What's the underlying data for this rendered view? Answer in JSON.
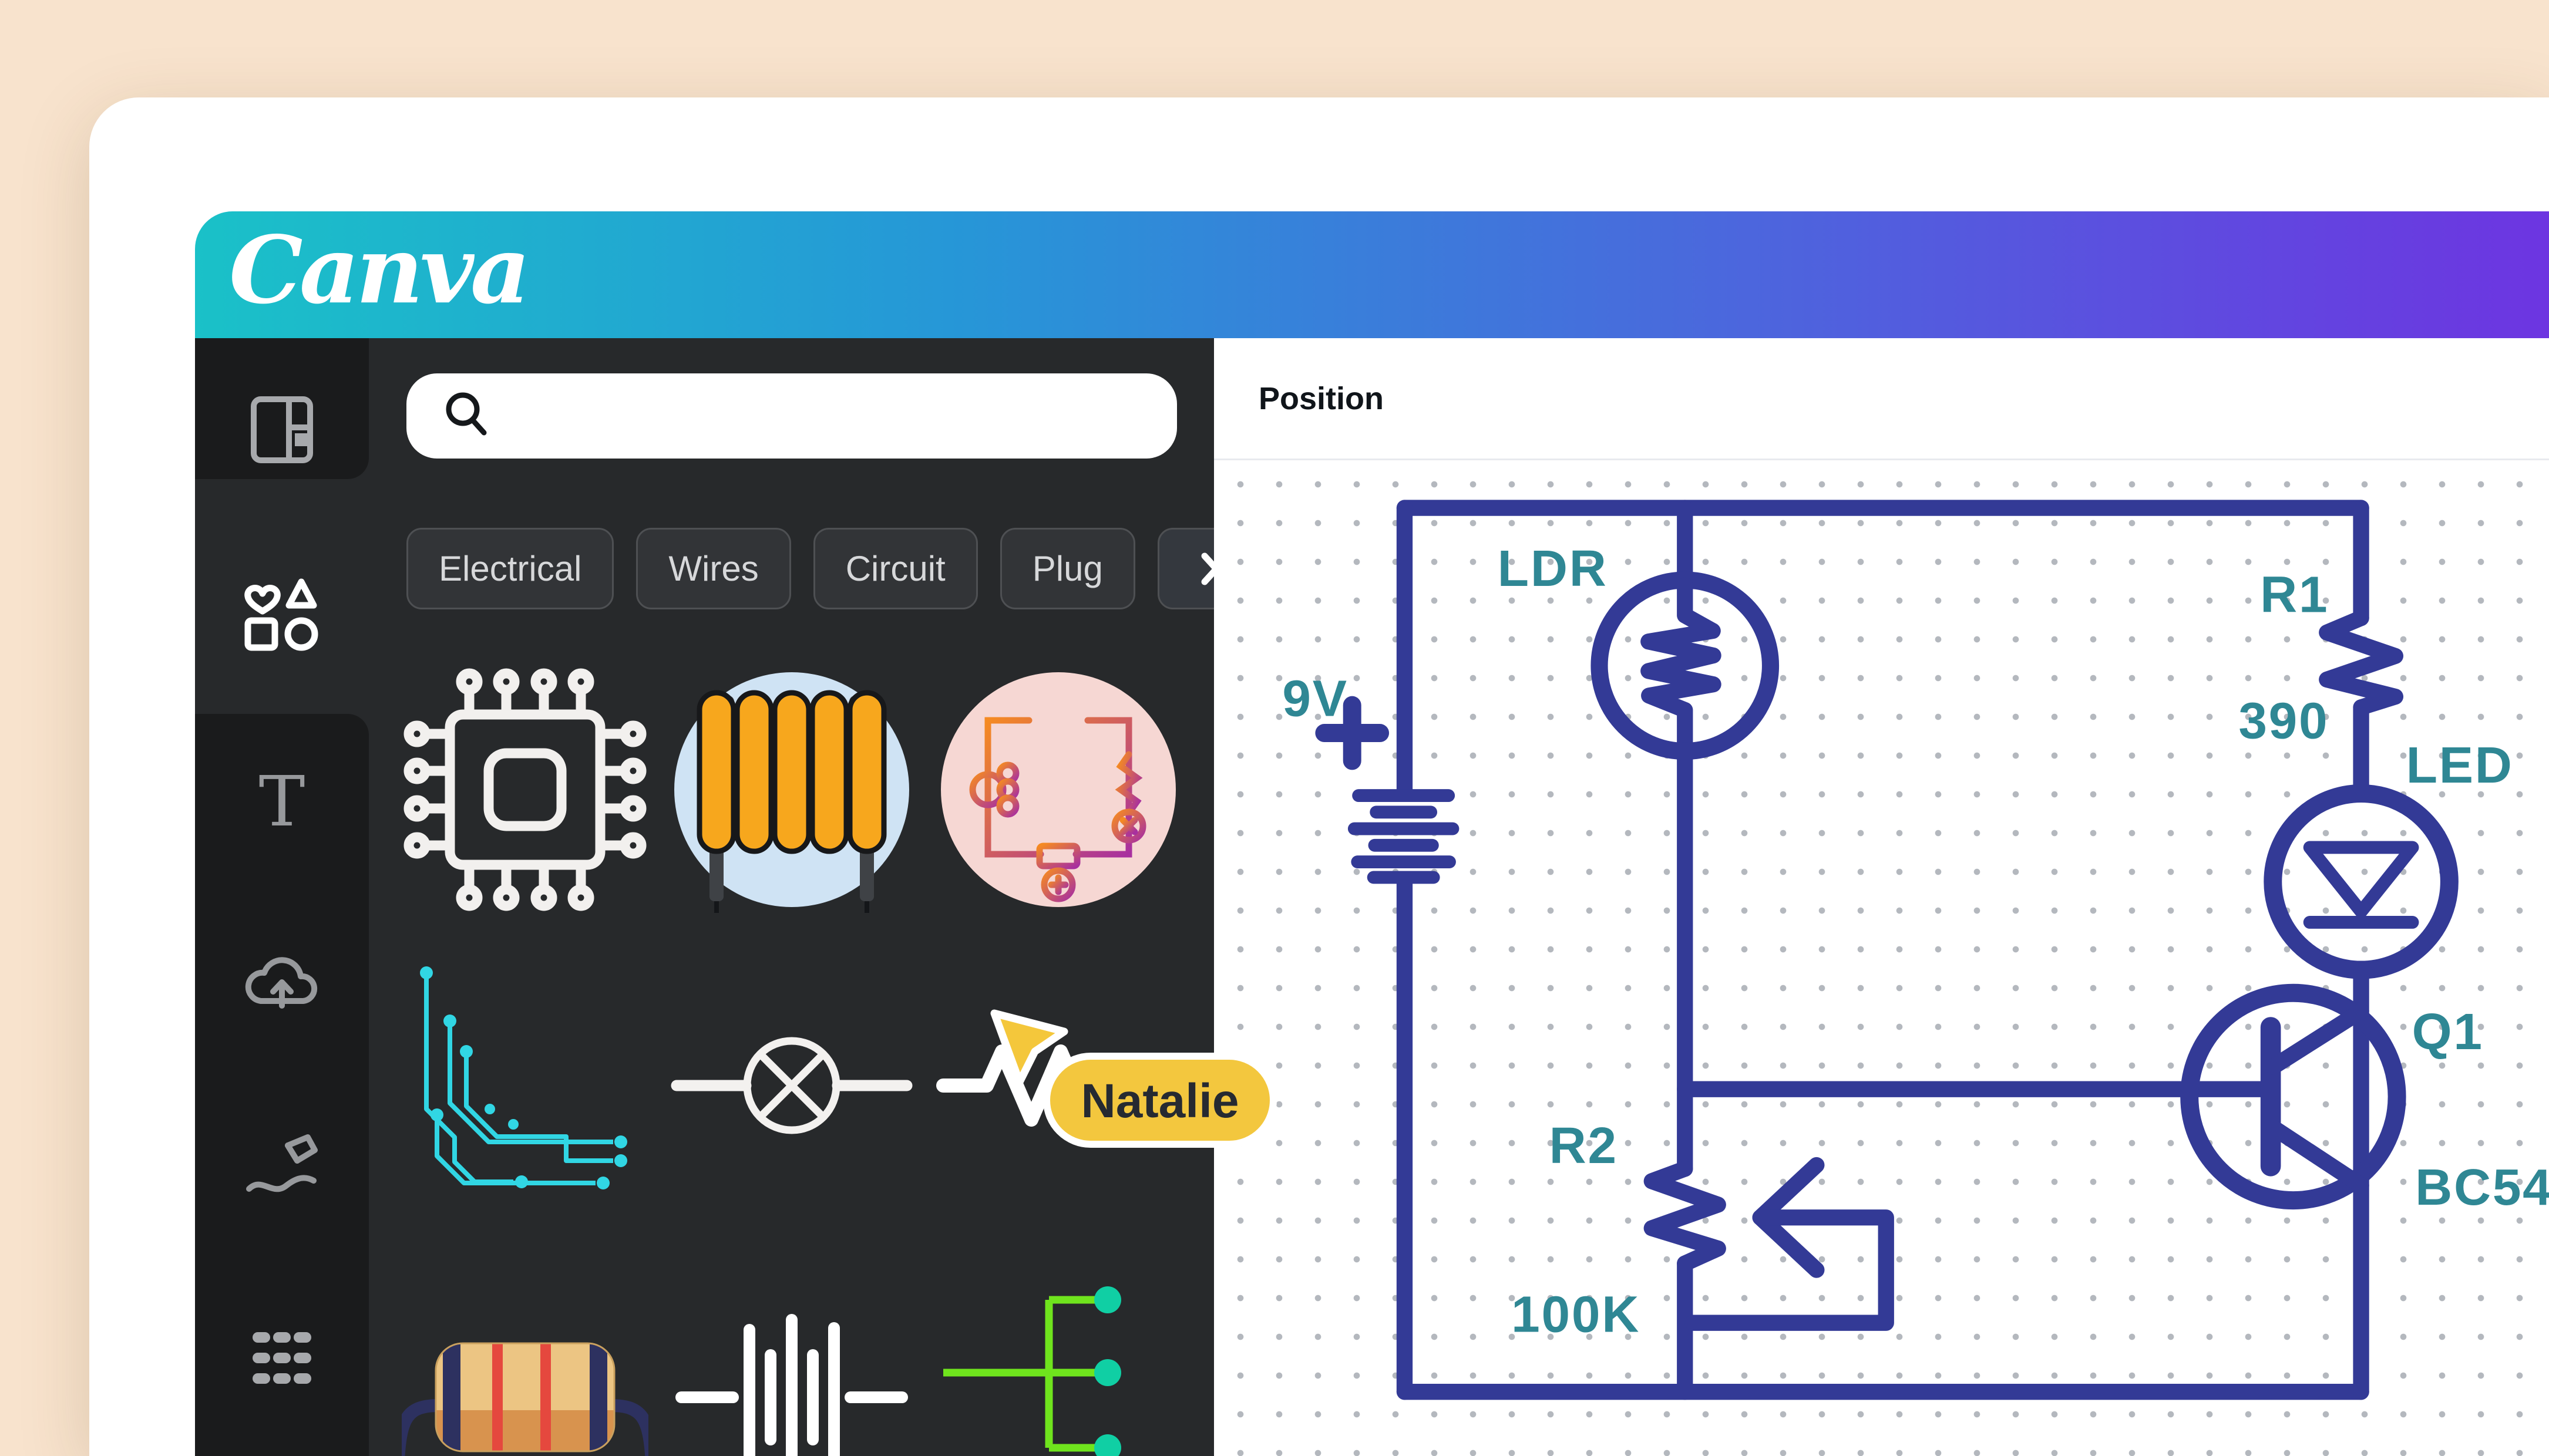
{
  "app": {
    "brand": "Canva"
  },
  "colors": {
    "header_gradient": [
      "#1AC1C8",
      "#2697D7",
      "#4C66DD",
      "#6D35E1"
    ],
    "wire": "#333A96",
    "diagram_label": "#2F8794",
    "collaborator_pill": "#F3C73E",
    "connector_line": "#6FE41D",
    "connector_dot": "#10CFA4",
    "pcb_trace": "#31D6E4",
    "inductor_orange": "#F7A71D",
    "thumb_circle_blue": "#CFE3F4",
    "thumb_circle_pink": "#F6D7D3"
  },
  "sidebar": {
    "items": [
      {
        "icon": "design-icon",
        "active": false
      },
      {
        "icon": "elements-icon",
        "active": true
      },
      {
        "icon": "text-icon",
        "active": false
      },
      {
        "icon": "uploads-icon",
        "active": false
      },
      {
        "icon": "draw-icon",
        "active": false
      },
      {
        "icon": "apps-icon",
        "active": false
      }
    ]
  },
  "panel": {
    "search": {
      "value": "",
      "placeholder": ""
    },
    "chips": [
      "Electrical",
      "Wires",
      "Circuit",
      "Plug"
    ],
    "more_icon": "chevron-right",
    "elements": [
      {
        "name": "microchip-outline"
      },
      {
        "name": "inductor-coil"
      },
      {
        "name": "circuit-loop-illustration"
      },
      {
        "name": "pcb-traces"
      },
      {
        "name": "lamp-symbol"
      },
      {
        "name": "resistor-zigzag-symbol"
      },
      {
        "name": "resistor-illustration"
      },
      {
        "name": "battery-cells-symbol"
      },
      {
        "name": "wire-connector"
      }
    ]
  },
  "collaborator": {
    "name": "Natalie"
  },
  "canvas": {
    "toolbar": {
      "position": "Position"
    },
    "diagram": {
      "labels": {
        "battery": "9V",
        "ldr": "LDR",
        "r1": "R1",
        "r1_value": "390",
        "led": "LED",
        "q1": "Q1",
        "q1_part": "BC54",
        "r2": "R2",
        "r2_value": "100K"
      }
    }
  }
}
